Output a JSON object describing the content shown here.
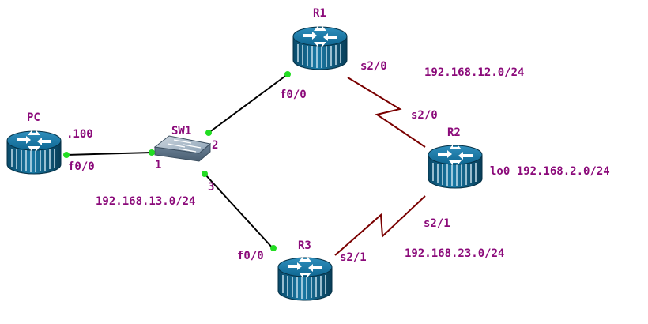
{
  "devices": {
    "pc": "PC",
    "sw1": "SW1",
    "r1": "R1",
    "r2": "R2",
    "r3": "R3"
  },
  "labels": {
    "pc_host": ".100",
    "pc_port": "f0/0",
    "sw_port1": "1",
    "sw_port2": "2",
    "sw_port3": "3",
    "r1_f00": "f0/0",
    "r1_s20": "s2/0",
    "r2_s20": "s2/0",
    "r2_s21": "s2/1",
    "r2_lo0": "lo0 192.168.2.0/24",
    "r3_f00": "f0/0",
    "r3_s21": "s2/1",
    "net_12": "192.168.12.0/24",
    "net_13": "192.168.13.0/24",
    "net_23": "192.168.23.0/24"
  },
  "colors": {
    "label": "#8b0a7a",
    "router": "#0e5f85",
    "serial_link": "#7a0000",
    "ethernet_link": "#000000",
    "port_dot": "#22dd22"
  }
}
